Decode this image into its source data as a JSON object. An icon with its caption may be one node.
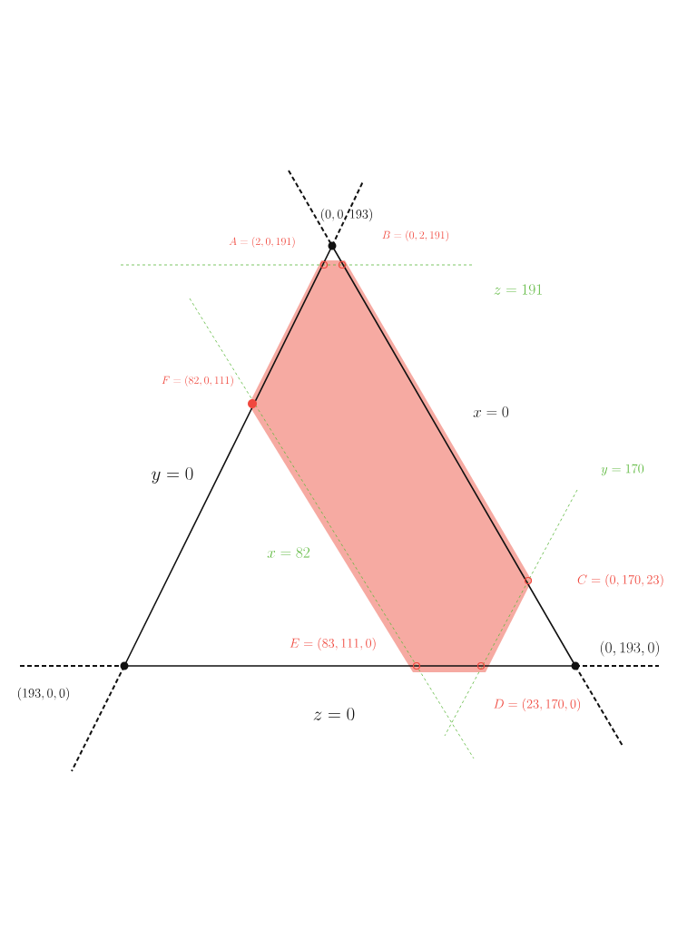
{
  "diagram": {
    "labels": [
      "(0,0,193)",
      "A=(2,0,191)",
      "B=(0,2,191)",
      "z=191",
      "F=(82,0,111)",
      "x=0",
      "y=170",
      "y=0",
      "x=82",
      "C=(0,170,23)",
      "E=(83,111,0)",
      "(0,193,0)",
      "(193,0,0)",
      "D=(23,170,0)",
      "z=0"
    ]
  }
}
